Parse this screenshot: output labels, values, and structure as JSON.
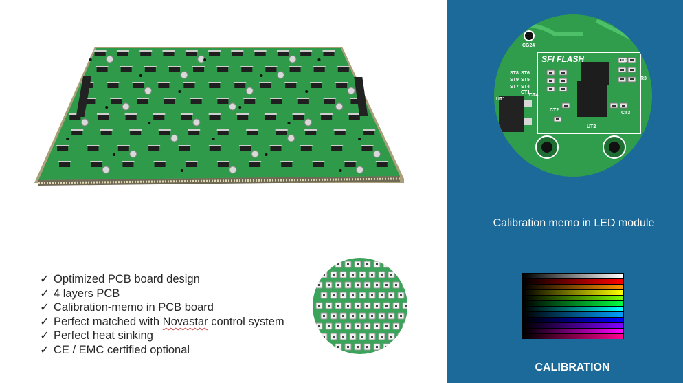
{
  "features": {
    "check_glyph": "✓",
    "items": [
      {
        "text": "Optimized PCB board design"
      },
      {
        "text": "4 layers PCB"
      },
      {
        "text": "Calibration-memo in PCB board"
      },
      {
        "text_before": "Perfect matched with ",
        "text_flagged": "Novastar",
        "text_after": " control system"
      },
      {
        "text": "Perfect heat sinking"
      },
      {
        "text": "CE / EMC certified optional"
      }
    ]
  },
  "flash_closeup": {
    "chip_label": "SFI FLASH",
    "silkscreen": [
      "CG24",
      "ST8",
      "ST6",
      "ST9",
      "ST5",
      "ST7",
      "ST4",
      "CT4",
      "CT1",
      "CT2",
      "UT2",
      "U5",
      "UT1",
      "R3",
      "CT3"
    ]
  },
  "right_panel": {
    "memo_caption": "Calibration memo in LED module",
    "calibration_title": "CALIBRATION"
  },
  "colors": {
    "panel_blue": "#1b6a9a",
    "pcb_green": "#2e9a4a",
    "pcb_edge": "#d8c98a",
    "divider": "#7fa7b3",
    "text_dark": "#262626"
  },
  "calibration_bands": [
    "#ffffff",
    "#ff0000",
    "#ff9000",
    "#ffff00",
    "#7cff00",
    "#00ff40",
    "#00ffff",
    "#00a0ff",
    "#0000ff",
    "#8000ff",
    "#ff00ff",
    "#ff0090"
  ]
}
